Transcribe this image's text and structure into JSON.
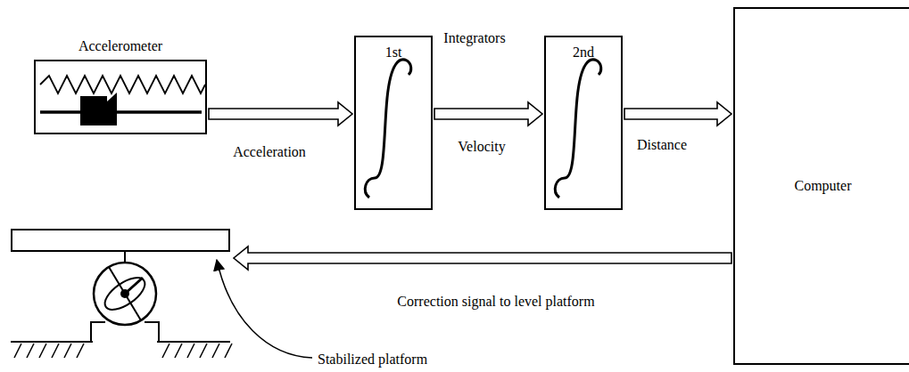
{
  "diagram": {
    "nodes": [
      {
        "text": [
          "Accelerometer"
        ]
      },
      {
        "text": [
          "1st"
        ]
      },
      {
        "text": [
          "2nd"
        ]
      },
      {
        "text": [
          "Computer"
        ]
      },
      {
        "text": [
          "Stabilized platform"
        ]
      }
    ],
    "edges": [
      {
        "from": 0,
        "to": 1,
        "label": "Acceleration",
        "arrow": "to"
      },
      {
        "from": 1,
        "to": 2,
        "label": "Velocity",
        "arrow": "to"
      },
      {
        "from": 2,
        "to": 3,
        "label": "Distance",
        "arrow": "to"
      },
      {
        "from": 3,
        "to": 4,
        "label": "Correction signal to level platform",
        "arrow": "to"
      }
    ],
    "labels": [
      "Integrators"
    ]
  }
}
